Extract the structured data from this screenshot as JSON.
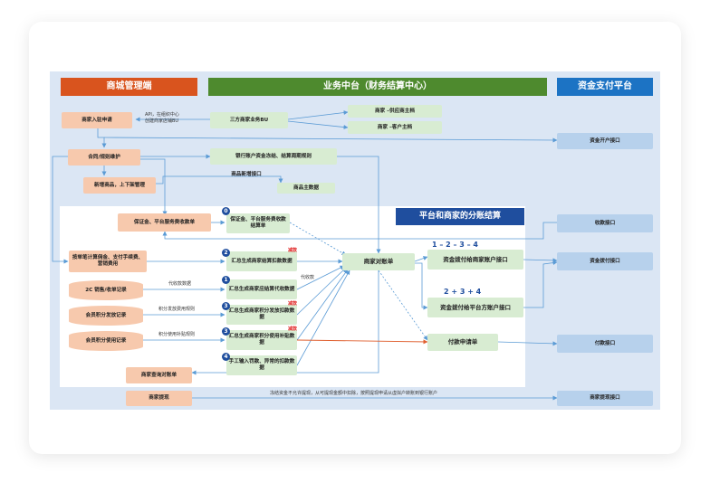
{
  "headers": {
    "mall": "商城管理端",
    "middle": "业务中台（财务结算中心）",
    "pay": "资金支付平台",
    "platform": "平台和商家的分账结算"
  },
  "nodes": {
    "merchant_entry": "商家入驻申请",
    "contract": "合同/规则维护",
    "new_product": "新增商品，上下架管理",
    "deposit": "保证金、平台服务费收款单",
    "commission": "按单笔计算佣金、支付手续费、营销费用",
    "sales": "2C 销售/收单记录",
    "points_issue": "会员积分发放记录",
    "points_use": "会员积分使用记录",
    "merchant_query": "商家查询对账单",
    "withdraw": "商家提现",
    "bu": "三方商家业务BU",
    "supplier": "商家 –供应商主档",
    "customer": "商家 –客户主档",
    "bank_freeze": "银行账户资金冻结、结算周期规则",
    "product_api": "商品新增接口",
    "product_master": "商品主数据",
    "deposit_bill": "保证金、平台服务费收款结算单",
    "sum_settle": "汇总生成商家结算扣款数据",
    "sum_withhold": "汇总生成商家应结算代收数据",
    "sum_points_issue": "汇总生成商家积分发放扣款数据",
    "sum_points_use": "汇总生成商家积分使用补贴数据",
    "manual": "手工输入罚款、异常的扣款数据",
    "reconcile": "商家对账单",
    "pay_merchant": "资金拨付给商家账户接口",
    "pay_platform": "资金拨付给平台方账户接口",
    "payment_request": "付款申请单",
    "account_open": "资金开户接口",
    "receipt_api": "收款接口",
    "allocation_api": "资金拨付接口",
    "payment_api": "付款接口",
    "withdraw_api": "商家提现接口"
  },
  "labels": {
    "api_line1": "API，在组织中心",
    "api_line2": "创建商家店铺BU",
    "withhold_data": "代收款数据",
    "points_issue_rule": "积分发放费用规则",
    "points_use_rule": "积分使用补贴规则",
    "collect": "代收款",
    "deduct": "减款",
    "seq1": "1 – 2 – 3 – 4",
    "seq2": "2 + 3 + 4",
    "withdraw_note": "冻结资金不允许提现，从可提现金额中扣除，按照提现申请从虚拟户转账到银行账户"
  },
  "badges": [
    "0",
    "1",
    "2",
    "3",
    "4"
  ],
  "colors": {
    "mall_header": "#d9541e",
    "middle_header": "#4e8a2e",
    "pay_header": "#1c73c4",
    "platform_header": "#1f4e9e",
    "line": "#5b9bd5",
    "highlight_line": "#e06030",
    "badge": "#1f4e9e"
  }
}
